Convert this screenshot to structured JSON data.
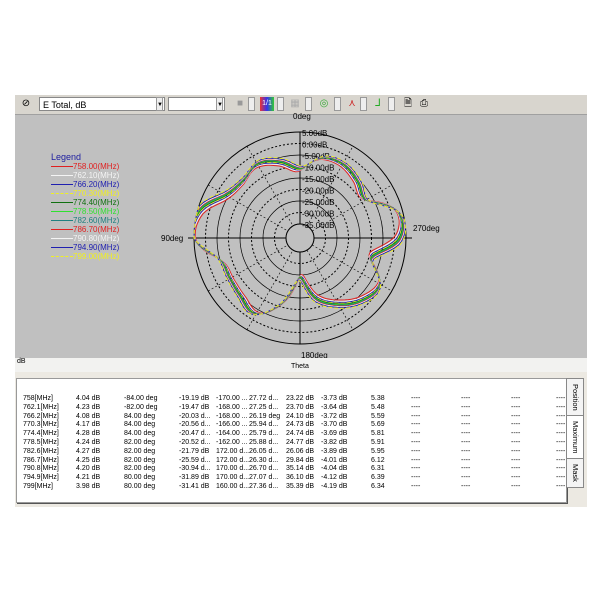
{
  "toolbar": {
    "quantity": "E Total, dB",
    "second_select": "",
    "dropdown_arrow": "▼"
  },
  "plot": {
    "legend_title": "Legend",
    "angle_labels": {
      "top": "0deg",
      "left": "90deg",
      "right": "270deg",
      "bottom": "180deg"
    },
    "strip_left": "dB",
    "strip_center": "Theta"
  },
  "chart_data": {
    "type": "polar-line",
    "title": "E Total, dB",
    "radial_ticks": [
      "5.00dB",
      "0.00dB",
      "-5.00dB",
      "-10.00dB",
      "-15.00dB",
      "-20.00dB",
      "-25.00dB",
      "-30.00dB",
      "-35.00dB"
    ],
    "radial_range_db": [
      -35,
      5
    ],
    "theta_deg": [
      0,
      15,
      30,
      45,
      60,
      75,
      90,
      105,
      120,
      135,
      150,
      165,
      180,
      195,
      210,
      225,
      240,
      255,
      270,
      285,
      300,
      315,
      330,
      345
    ],
    "base_pattern_db": [
      -11,
      -7,
      -4,
      -6,
      -4,
      4,
      5,
      -5,
      -6,
      -5,
      -3,
      -12,
      -24,
      -14,
      -8,
      -3,
      -1,
      -9,
      2,
      3,
      -8,
      -6,
      -4,
      -5
    ],
    "series": [
      {
        "name": "758.00(MHz)",
        "color": "#e02020",
        "offset": -1.5,
        "dash": false
      },
      {
        "name": "762.10(MHz)",
        "color": "#f4f4f4",
        "offset": -1.0,
        "dash": false
      },
      {
        "name": "766.20(MHz)",
        "color": "#2020b0",
        "offset": -0.6,
        "dash": false
      },
      {
        "name": "770.30(MHz)",
        "color": "#f0f020",
        "offset": -0.3,
        "dash": true
      },
      {
        "name": "774.40(MHz)",
        "color": "#107010",
        "offset": 0,
        "dash": false
      },
      {
        "name": "778.50(MHz)",
        "color": "#30e030",
        "offset": 0.3,
        "dash": false
      },
      {
        "name": "782.60(MHz)",
        "color": "#208080",
        "offset": 0.5,
        "dash": false
      },
      {
        "name": "786.70(MHz)",
        "color": "#e02020",
        "offset": 0.8,
        "dash": false
      },
      {
        "name": "790.80(MHz)",
        "color": "#f4f4f4",
        "offset": 1.0,
        "dash": false
      },
      {
        "name": "794.90(MHz)",
        "color": "#2020b0",
        "offset": 1.3,
        "dash": false
      },
      {
        "name": "799.00(MHz)",
        "color": "#f0f020",
        "offset": 1.6,
        "dash": true
      }
    ]
  },
  "table": {
    "rows": [
      [
        "758[MHz]",
        "4.04 dB",
        "-84.00 deg",
        "-19.19 dB",
        "-170.00 ...",
        "27.72 d...",
        "23.22 dB",
        "-3.73 dB",
        "5.38",
        "----",
        "----",
        "----",
        "----"
      ],
      [
        "762.1[MHz]",
        "4.23 dB",
        "-82.00 deg",
        "-19.47 dB",
        "-168.00 ...",
        "27.25 d...",
        "23.70 dB",
        "-3.64 dB",
        "5.48",
        "----",
        "----",
        "----",
        "----"
      ],
      [
        "766.2[MHz]",
        "4.08 dB",
        "84.00 deg",
        "-20.03 d...",
        "-168.00 ...",
        "26.19 deg",
        "24.10 dB",
        "-3.72 dB",
        "5.59",
        "----",
        "----",
        "----",
        "----"
      ],
      [
        "770.3[MHz]",
        "4.17 dB",
        "84.00 deg",
        "-20.56 d...",
        "-166.00 ...",
        "25.94 d...",
        "24.73 dB",
        "-3.70 dB",
        "5.69",
        "----",
        "----",
        "----",
        "----"
      ],
      [
        "774.4[MHz]",
        "4.28 dB",
        "84.00 deg",
        "-20.47 d...",
        "-164.00 ...",
        "25.79 d...",
        "24.74 dB",
        "-3.69 dB",
        "5.81",
        "----",
        "----",
        "----",
        "----"
      ],
      [
        "778.5[MHz]",
        "4.24 dB",
        "82.00 deg",
        "-20.52 d...",
        "-162.00 ...",
        "25.88 d...",
        "24.77 dB",
        "-3.82 dB",
        "5.91",
        "----",
        "----",
        "----",
        "----"
      ],
      [
        "782.6[MHz]",
        "4.27 dB",
        "82.00 deg",
        "-21.79 dB",
        "172.00 d...",
        "26.05 d...",
        "26.06 dB",
        "-3.89 dB",
        "5.95",
        "----",
        "----",
        "----",
        "----"
      ],
      [
        "786.7[MHz]",
        "4.25 dB",
        "82.00 deg",
        "-25.59 d...",
        "172.00 d...",
        "26.30 d...",
        "29.84 dB",
        "-4.01 dB",
        "6.12",
        "----",
        "----",
        "----",
        "----"
      ],
      [
        "790.8[MHz]",
        "4.20 dB",
        "82.00 deg",
        "-30.94 d...",
        "170.00 d...",
        "26.70 d...",
        "35.14 dB",
        "-4.04 dB",
        "6.31",
        "----",
        "----",
        "----",
        "----"
      ],
      [
        "794.9[MHz]",
        "4.21 dB",
        "80.00 deg",
        "-31.89 dB",
        "170.00 d...",
        "27.07 d...",
        "36.10 dB",
        "-4.12 dB",
        "6.39",
        "----",
        "----",
        "----",
        "----"
      ],
      [
        "799[MHz]",
        "3.98 dB",
        "80.00 deg",
        "-31.41 dB",
        "160.00 d...",
        "27.36 d...",
        "35.39 dB",
        "-4.19 dB",
        "6.34",
        "----",
        "----",
        "----",
        "----"
      ]
    ]
  },
  "tabs": [
    "Position",
    "Maximum",
    "Mask"
  ]
}
